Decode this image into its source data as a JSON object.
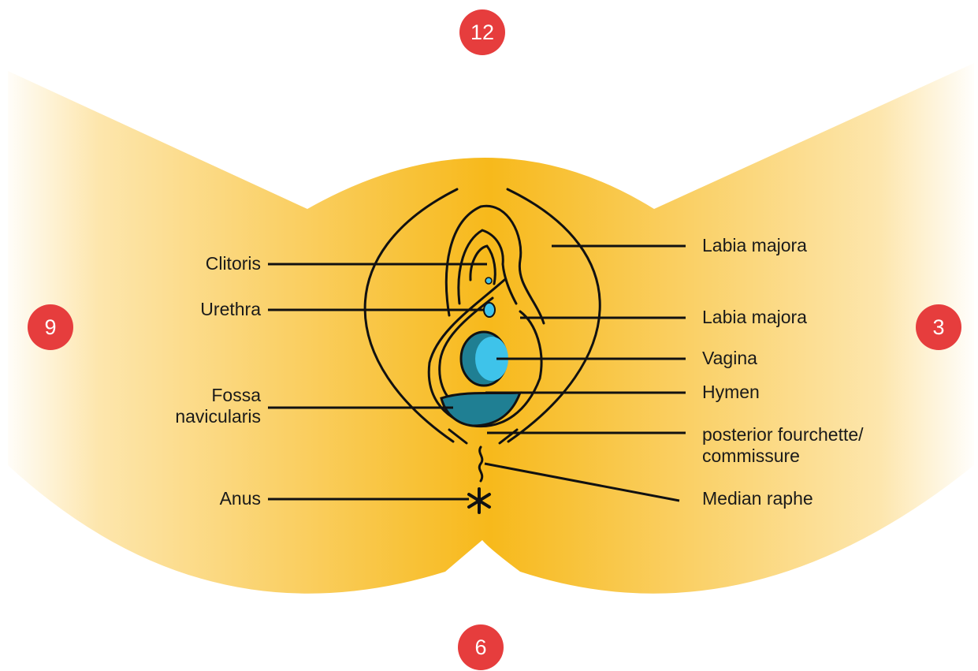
{
  "colors": {
    "body_fill": "#f7b91b",
    "outline": "#111111",
    "vagina_fill": "#3ec3ea",
    "vagina_shadow": "#1f7f93",
    "fossa_fill": "#1f7f93",
    "badge": "#e63d3d"
  },
  "labels_left": {
    "clitoris": "Clitoris",
    "urethra": "Urethra",
    "fossa_line1": "Fossa",
    "fossa_line2": "navicularis",
    "anus": "Anus"
  },
  "labels_right": {
    "labia_majora_outer": "Labia majora",
    "labia_majora_inner": "Labia majora",
    "vagina": "Vagina",
    "hymen": "Hymen",
    "fourchette_line1": "posterior fourchette/",
    "fourchette_line2": "commissure",
    "median_raphe": "Median raphe"
  },
  "clock_positions": {
    "top": "12",
    "right": "3",
    "bottom": "6",
    "left": "9"
  }
}
